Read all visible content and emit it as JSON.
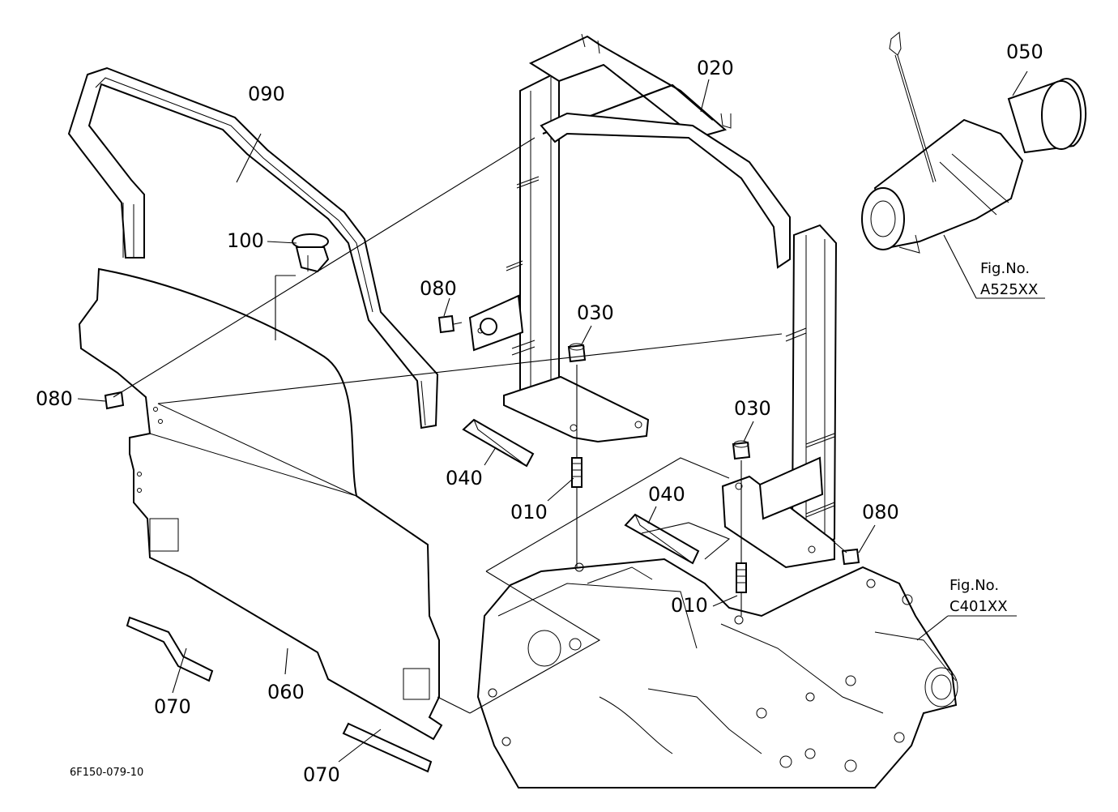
{
  "labels": {
    "l010a": "010",
    "l010b": "010",
    "l020": "020",
    "l030a": "030",
    "l030b": "030",
    "l040a": "040",
    "l040b": "040",
    "l050": "050",
    "l060": "060",
    "l070a": "070",
    "l070b": "070",
    "l080a": "080",
    "l080b": "080",
    "l080c": "080",
    "l090": "090",
    "l100": "100"
  },
  "refs": {
    "fig1_title": "Fig.No.",
    "fig1_code": "A525XX",
    "fig2_title": "Fig.No.",
    "fig2_code": "C401XX"
  },
  "document_code": "6F150-079-10"
}
